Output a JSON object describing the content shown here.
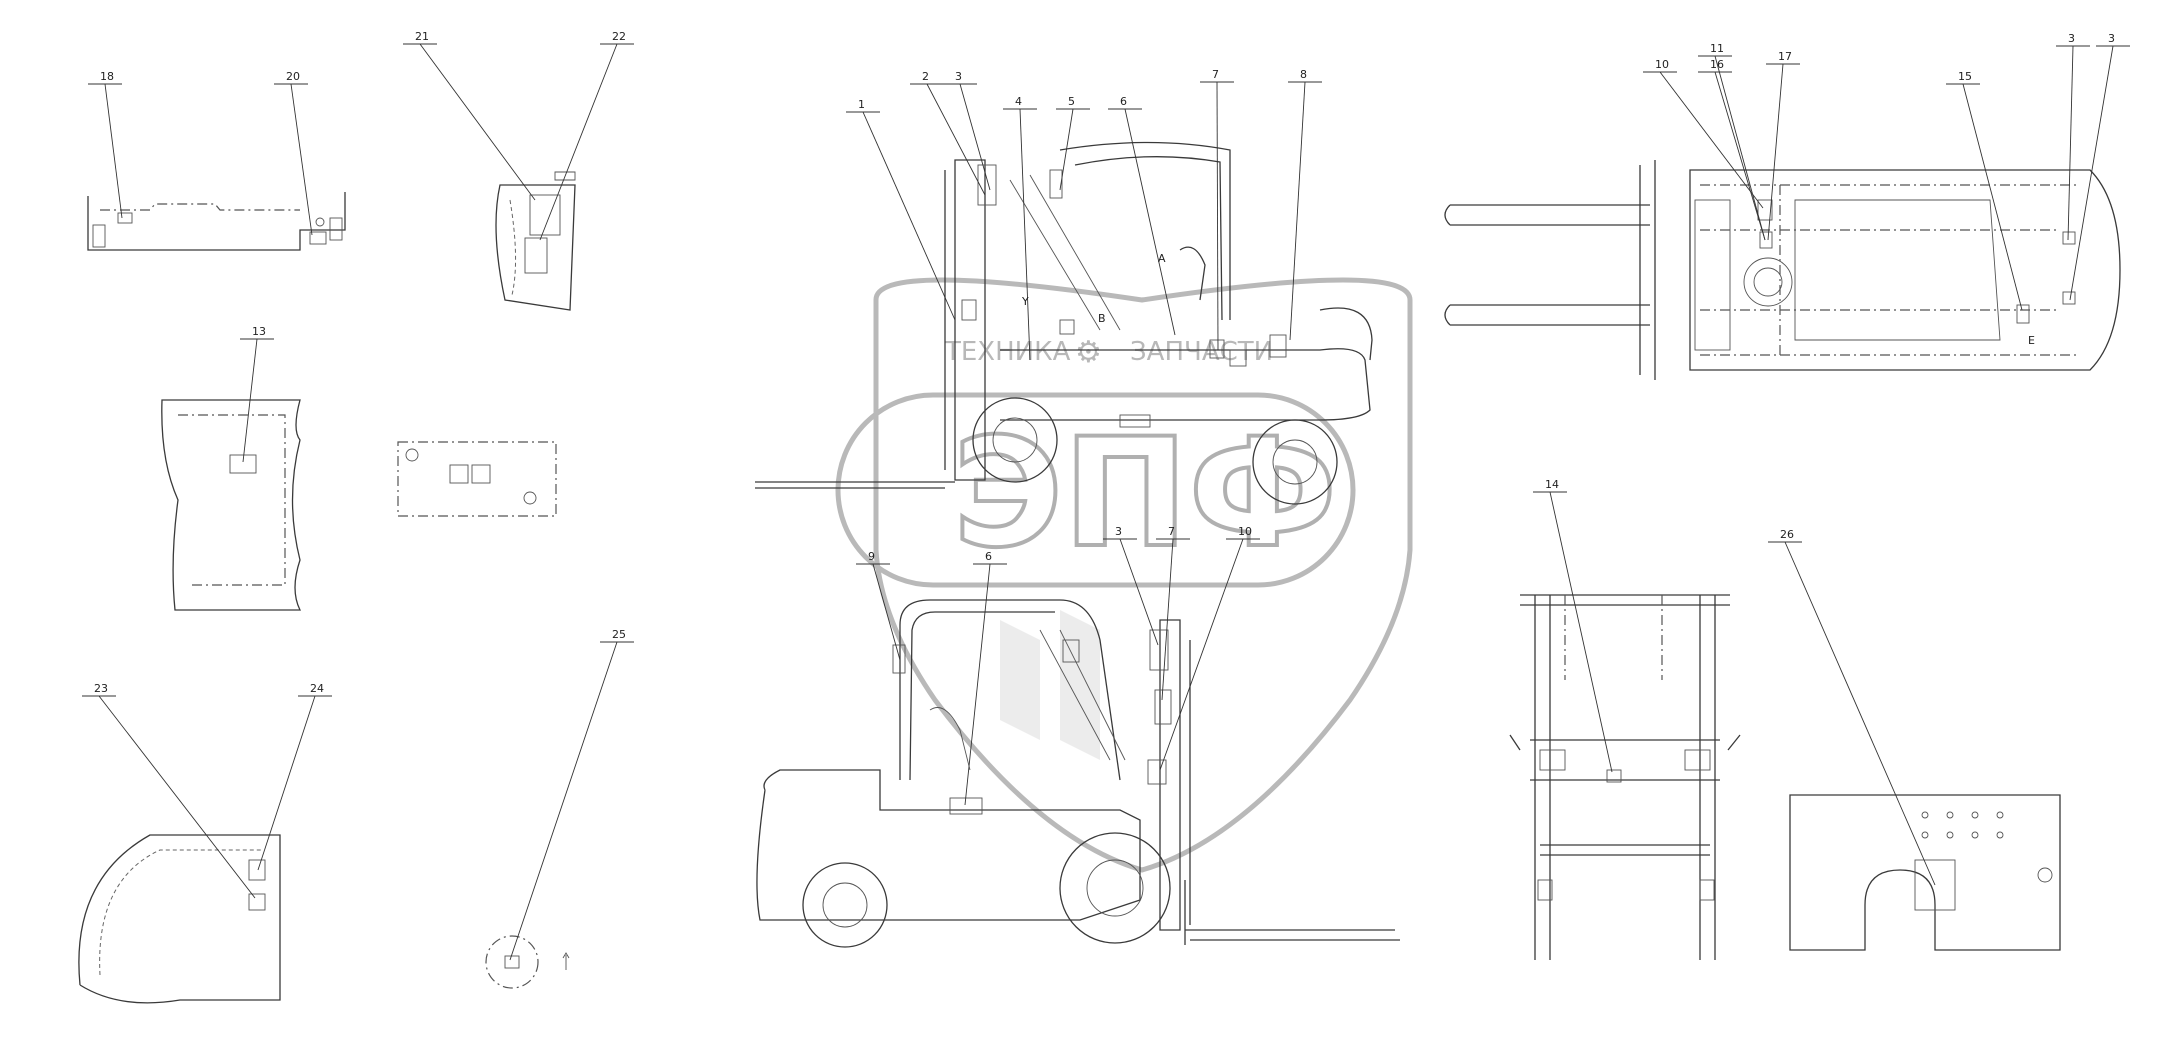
{
  "callouts": [
    {
      "id": "c-1",
      "text": "1"
    },
    {
      "id": "c-2",
      "text": "2"
    },
    {
      "id": "c-3a",
      "text": "3"
    },
    {
      "id": "c-4",
      "text": "4"
    },
    {
      "id": "c-5",
      "text": "5"
    },
    {
      "id": "c-6a",
      "text": "6"
    },
    {
      "id": "c-7a",
      "text": "7"
    },
    {
      "id": "c-8",
      "text": "8"
    },
    {
      "id": "c-9",
      "text": "9"
    },
    {
      "id": "c-6b",
      "text": "6"
    },
    {
      "id": "c-3b",
      "text": "3"
    },
    {
      "id": "c-7b",
      "text": "7"
    },
    {
      "id": "c-10b",
      "text": "10"
    },
    {
      "id": "c-10",
      "text": "10"
    },
    {
      "id": "c-11",
      "text": "11"
    },
    {
      "id": "c-16",
      "text": "16"
    },
    {
      "id": "c-17",
      "text": "17"
    },
    {
      "id": "c-15",
      "text": "15"
    },
    {
      "id": "c-3c",
      "text": "3"
    },
    {
      "id": "c-3d",
      "text": "3"
    },
    {
      "id": "c-14",
      "text": "14"
    },
    {
      "id": "c-26",
      "text": "26"
    },
    {
      "id": "c-18",
      "text": "18"
    },
    {
      "id": "c-20",
      "text": "20"
    },
    {
      "id": "c-21",
      "text": "21"
    },
    {
      "id": "c-22",
      "text": "22"
    },
    {
      "id": "c-13",
      "text": "13"
    },
    {
      "id": "c-23",
      "text": "23"
    },
    {
      "id": "c-24",
      "text": "24"
    },
    {
      "id": "c-25",
      "text": "25"
    }
  ],
  "markers": {
    "A": "A",
    "B": "B",
    "Y": "Y",
    "E": "E"
  },
  "watermark": {
    "line1": "ТЕХНИКА",
    "line2": "ЗАПЧАСТИ",
    "big": "ЭПФ"
  }
}
